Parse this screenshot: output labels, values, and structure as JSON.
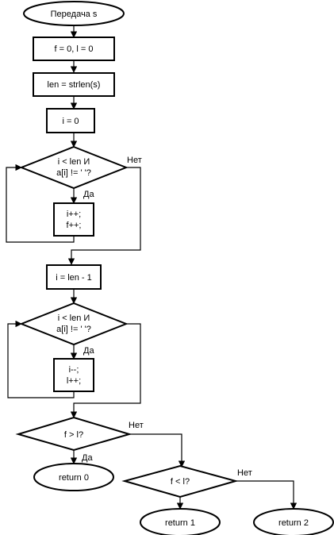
{
  "flowchart": {
    "start": "Передача s",
    "init_fl": "f = 0, l = 0",
    "len": "len = strlen(s)",
    "i0": "i = 0",
    "loop1_cond_1": "i < len И",
    "loop1_cond_2": "a[i] != ' '?",
    "loop1_body_1": "i++;",
    "loop1_body_2": "f++;",
    "i_last": "i = len - 1",
    "loop2_cond_1": "i < len И",
    "loop2_cond_2": "a[i] != ' '?",
    "loop2_body_1": "i--;",
    "loop2_body_2": "l++;",
    "cmp1": "f > l?",
    "cmp2": "f < l?",
    "ret0": "return 0",
    "ret1": "return 1",
    "ret2": "return 2",
    "yes": "Да",
    "no": "Нет"
  }
}
